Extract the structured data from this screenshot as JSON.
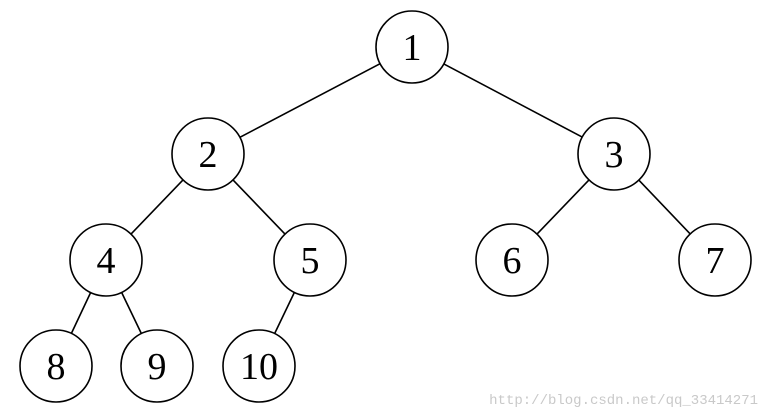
{
  "diagram": {
    "type": "binary-tree",
    "nodes": [
      {
        "id": "n1",
        "label": "1"
      },
      {
        "id": "n2",
        "label": "2"
      },
      {
        "id": "n3",
        "label": "3"
      },
      {
        "id": "n4",
        "label": "4"
      },
      {
        "id": "n5",
        "label": "5"
      },
      {
        "id": "n6",
        "label": "6"
      },
      {
        "id": "n7",
        "label": "7"
      },
      {
        "id": "n8",
        "label": "8"
      },
      {
        "id": "n9",
        "label": "9"
      },
      {
        "id": "n10",
        "label": "10"
      }
    ],
    "edges": [
      {
        "from": "n1",
        "to": "n2"
      },
      {
        "from": "n1",
        "to": "n3"
      },
      {
        "from": "n2",
        "to": "n4"
      },
      {
        "from": "n2",
        "to": "n5"
      },
      {
        "from": "n3",
        "to": "n6"
      },
      {
        "from": "n3",
        "to": "n7"
      },
      {
        "from": "n4",
        "to": "n8"
      },
      {
        "from": "n4",
        "to": "n9"
      },
      {
        "from": "n5",
        "to": "n10"
      }
    ]
  },
  "watermark": "http://blog.csdn.net/qq_33414271"
}
